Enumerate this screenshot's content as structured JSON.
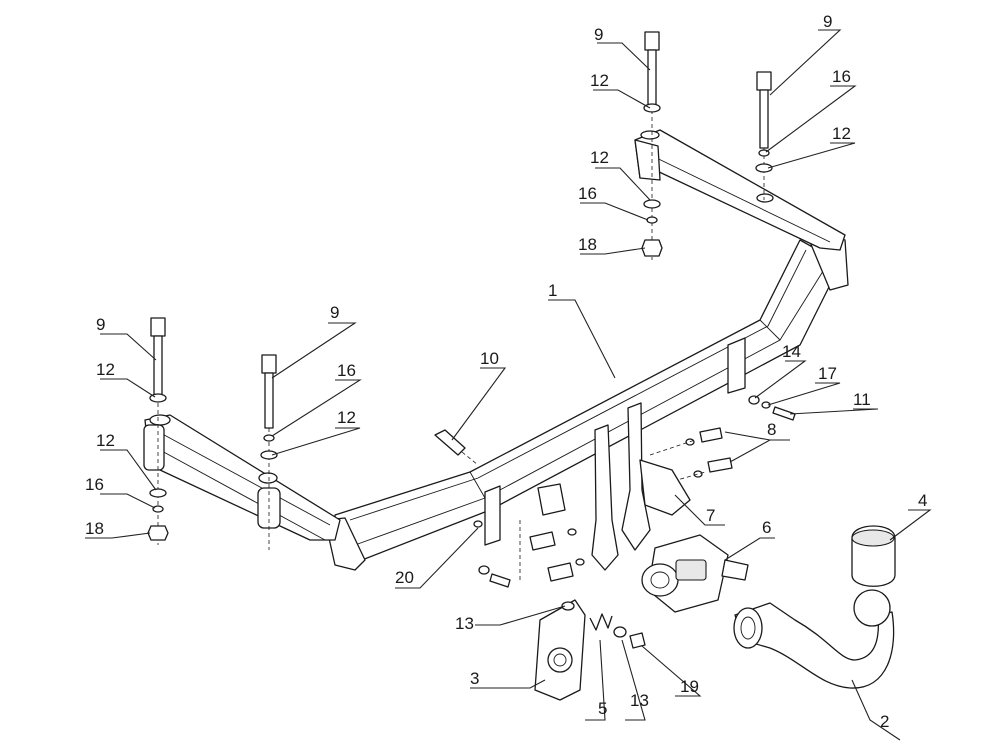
{
  "callouts": {
    "c1": "1",
    "c2": "2",
    "c3": "3",
    "c4": "4",
    "c5": "5",
    "c6": "6",
    "c7": "7",
    "c8": "8",
    "c9a": "9",
    "c9b": "9",
    "c9c": "9",
    "c9d": "9",
    "c10": "10",
    "c11": "11",
    "c12a": "12",
    "c12b": "12",
    "c12c": "12",
    "c12d": "12",
    "c12e": "12",
    "c12f": "12",
    "c13a": "13",
    "c13b": "13",
    "c14": "14",
    "c16a": "16",
    "c16b": "16",
    "c16c": "16",
    "c16d": "16",
    "c17": "17",
    "c18a": "18",
    "c18b": "18",
    "c19": "19",
    "c20": "20"
  }
}
